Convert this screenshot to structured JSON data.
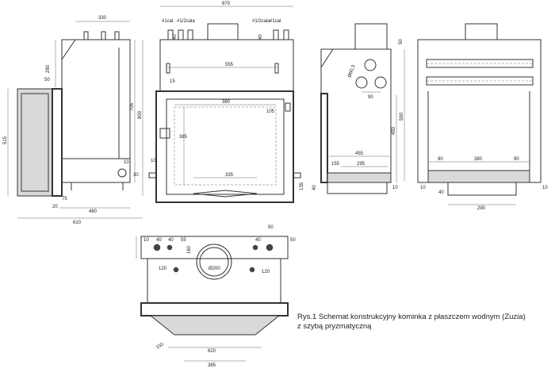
{
  "caption": {
    "line1": "Rys.1 Schemat konstrukcyjny kominka z płaszczem wodnym (Zuzia)",
    "line2": "z szybą pryzmatyczną"
  },
  "side_view": {
    "dims": {
      "top_width": "330",
      "height_upper": "280",
      "height_mid": "705",
      "height_total": "800",
      "height_outer": "515",
      "front_inset": "50",
      "pipe": "10",
      "lower_a": "30",
      "lower_b": "75",
      "base_left": "20",
      "depth": "460",
      "overall_depth": "610"
    }
  },
  "front_view": {
    "dims": {
      "overall_width": "670",
      "conn1": "#1cal",
      "conn2": "#1/2cala",
      "conn3": "#1/2cala",
      "conn4": "#1cal",
      "gap1": "40",
      "gap2": "40",
      "frame_width": "555",
      "offset_small": "15",
      "door_width": "380",
      "door_height": "385",
      "handle": "105",
      "grate": "335",
      "side_pipe": "10",
      "bottom": "135"
    }
  },
  "right_side_view": {
    "dims": {
      "top": "50",
      "circle": "Ø60,3",
      "pipe_gap": "90",
      "height_a": "590",
      "height_b": "490",
      "depth_a": "455",
      "depth_b": "295",
      "depth_c": "155",
      "bottom_a": "10",
      "bottom_b": "40"
    }
  },
  "back_view": {
    "dims": {
      "left": "90",
      "center": "380",
      "right": "90",
      "side": "10",
      "bottom": "40",
      "base": "290"
    }
  },
  "top_view": {
    "dims": {
      "left_a": "10",
      "left_b": "40",
      "left_c": "40",
      "left_d": "55",
      "depth": "160",
      "left_offset": "120",
      "chimney": "Ø200",
      "right_offset": "120",
      "right_a": "40",
      "right_b": "50",
      "right_c": "50",
      "front_a": "150",
      "front_width": "620",
      "front_bottom": "385"
    }
  },
  "colors": {
    "line": "#333333",
    "shade": "#d9d9d9",
    "background": "#ffffff"
  }
}
